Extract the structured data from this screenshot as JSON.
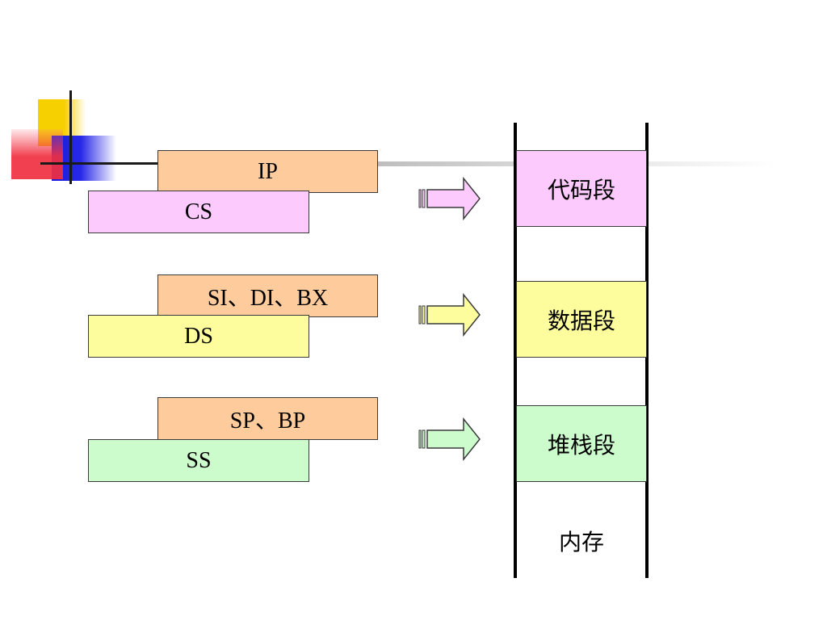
{
  "registers": {
    "offset_1": "IP",
    "segment_1": "CS",
    "offset_2": "SI、DI、BX",
    "segment_2": "DS",
    "offset_3": "SP、BP",
    "segment_3": "SS"
  },
  "memory": {
    "code_segment": "代码段",
    "data_segment": "数据段",
    "stack_segment": "堆栈段",
    "label": "内存"
  },
  "colors": {
    "offset_fill": "#fdcb9c",
    "code_fill": "#fccafc",
    "data_fill": "#fdfd9d",
    "stack_fill": "#ccfccc",
    "border": "#3a3a3a"
  }
}
